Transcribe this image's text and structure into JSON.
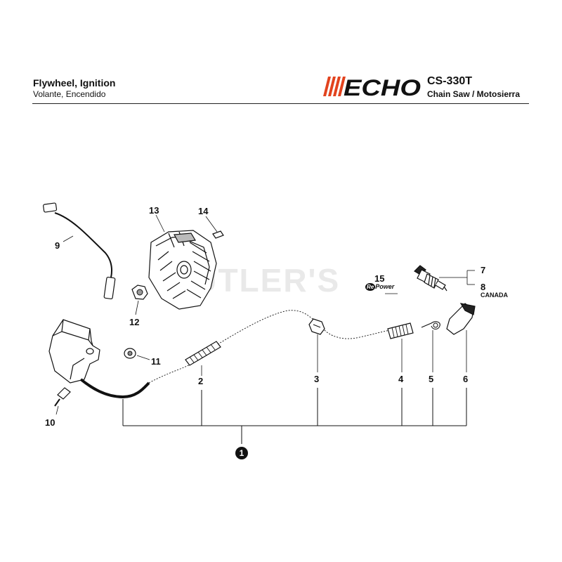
{
  "header": {
    "title": "Flywheel, Ignition",
    "subtitle": "Volante, Encendido",
    "brand": "ECHO",
    "model": "CS-330T",
    "model_desc": "Chain Saw / Motosierra"
  },
  "watermark": "CUTLER'S",
  "callouts": {
    "c1": "1",
    "c2": "2",
    "c3": "3",
    "c4": "4",
    "c5": "5",
    "c6": "6",
    "c7": "7",
    "c8": "8",
    "c9": "9",
    "c10": "10",
    "c11": "11",
    "c12": "12",
    "c13": "13",
    "c14": "14",
    "c15": "15"
  },
  "notes": {
    "canada": "CANADA",
    "repower_re": "Re",
    "repower_power": "Power"
  },
  "colors": {
    "brand_red": "#e2431e",
    "ink": "#111111"
  }
}
